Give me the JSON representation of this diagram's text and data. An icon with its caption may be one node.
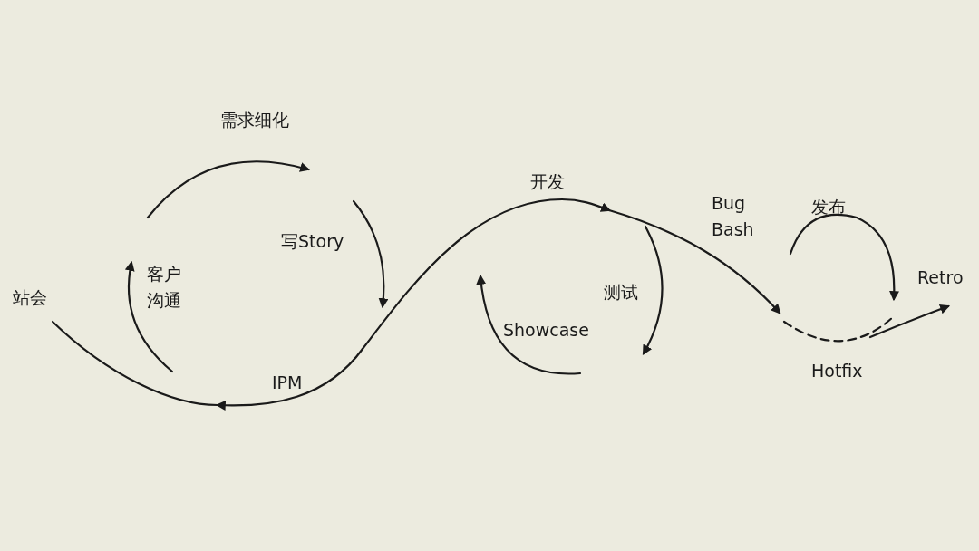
{
  "diagram": {
    "labels": [
      "需求细化",
      "开发",
      "发布",
      "写Story",
      "Bug Bash",
      "Retro",
      "站会",
      "客户沟通",
      "测试",
      "Showcase",
      "Hotfix",
      "IPM"
    ]
  }
}
